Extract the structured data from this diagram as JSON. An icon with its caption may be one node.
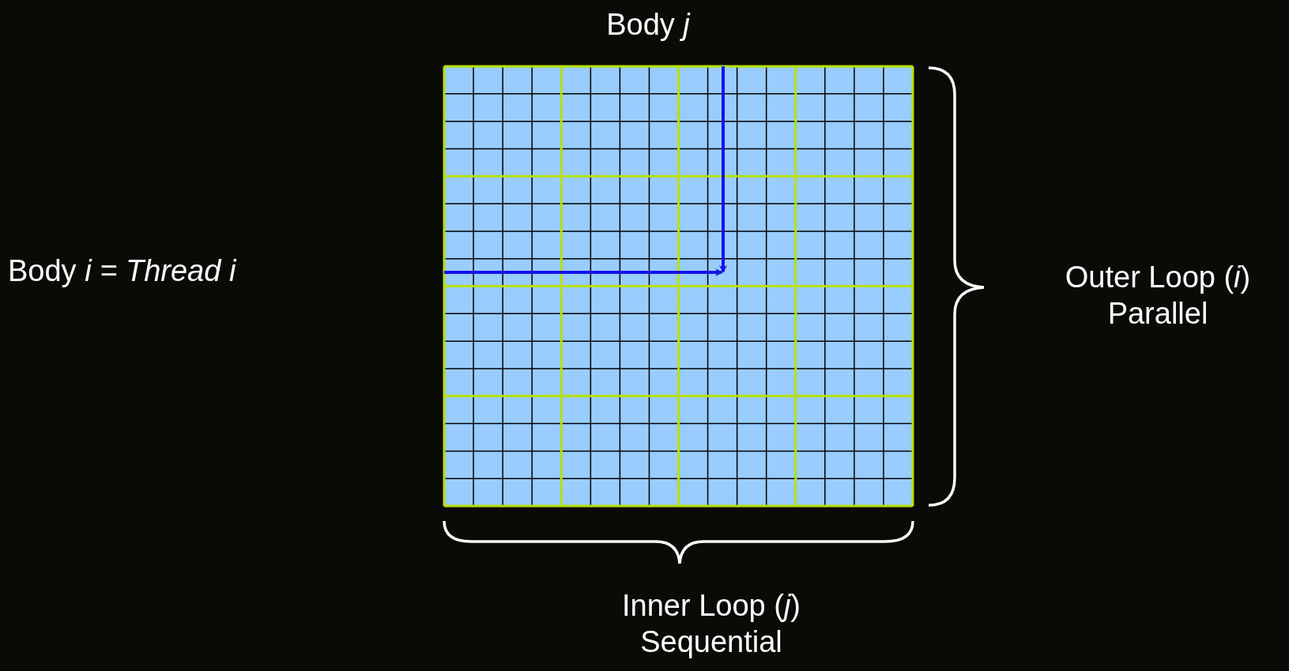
{
  "diagram": {
    "labels": [
      "Body *j*",
      "Body *i = Thread i*",
      "Outer Loop (*i*) Parallel",
      "Inner Loop (*j*) Sequential"
    ]
  }
}
